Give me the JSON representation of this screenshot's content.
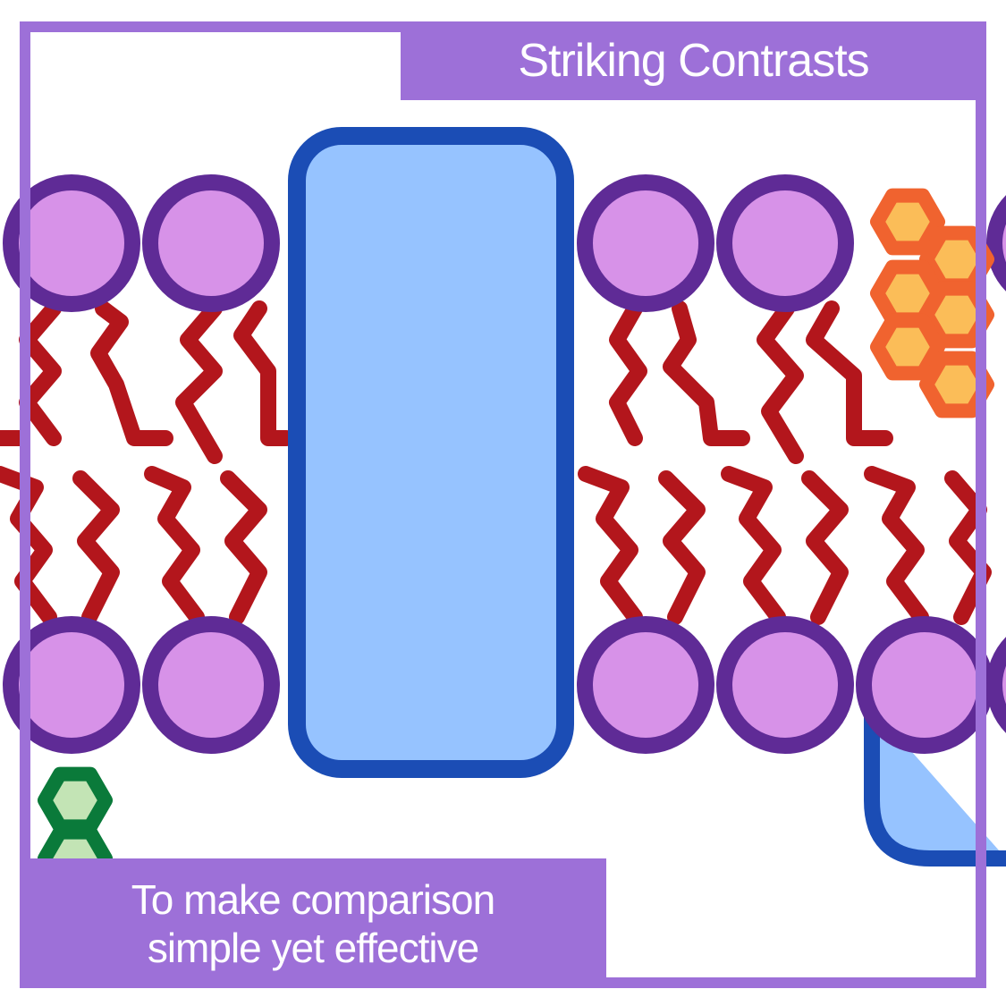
{
  "title": "Striking Contrasts",
  "subtitle_lines": [
    "To make comparison",
    "simple yet effective"
  ],
  "colors": {
    "frame": "#9d70d8",
    "head_fill": "#d792e8",
    "head_stroke": "#5f2b96",
    "tail": "#b3161c",
    "protein_fill": "#96c3ff",
    "protein_stroke": "#1b4db5",
    "hex_orange_fill": "#fbbd58",
    "hex_orange_stroke": "#f0632f",
    "hex_green_fill": "#c3e4b5",
    "hex_green_stroke": "#0a7a3a"
  }
}
